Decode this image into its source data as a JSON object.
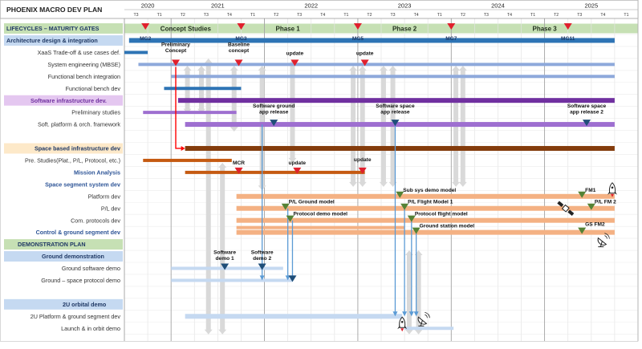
{
  "title": "PHOENIX MACRO DEV PLAN",
  "years": [
    "2020",
    "2021",
    "2022",
    "2023",
    "2024",
    "2025"
  ],
  "quarter_labels": [
    "T1",
    "T2",
    "T3",
    "T4"
  ],
  "first_quarter_label": "T3",
  "colors": {
    "gates_band": "#c6e0b4",
    "architecture_band": "#c5d9f1",
    "software_band": "#e4c7f0",
    "space_band": "#fde9c9",
    "demo_band": "#c6e0b4",
    "orbital_band": "#c5d9f1",
    "blue_dark": "#2e74b5",
    "blue_mid": "#8ea9db",
    "blue_light": "#c5d9f1",
    "purple_dark": "#7030a0",
    "purple_mid": "#9e6fd0",
    "brown": "#843c0c",
    "orange_dark": "#c55a11",
    "orange_light": "#f4b183",
    "green_bar": "#a9d18e",
    "red_marker": "#e0202d",
    "green_marker": "#548235",
    "blue_marker": "#1f4e79",
    "dependency_arrow": "#d9d9d9",
    "link_line": "#5b9bd5",
    "red_line": "#ff0000"
  },
  "rows": [
    {
      "label": "LIFECYCLES – MATURITY GATES",
      "style": "gates"
    },
    {
      "label": "Architecture design & integration",
      "style": "architecture"
    },
    {
      "label": "XaaS  Trade-off & use cases def.",
      "style": "plain"
    },
    {
      "label": "System engineering (MBSE)",
      "style": "plain"
    },
    {
      "label": "Functional bench integration",
      "style": "plain"
    },
    {
      "label": "Functional bench dev",
      "style": "plain"
    },
    {
      "label": "Software infrastructure dev.",
      "style": "software"
    },
    {
      "label": "Preliminary studies",
      "style": "plain"
    },
    {
      "label": "Soft. platform & orch. framework",
      "style": "plain"
    },
    {
      "label": "",
      "style": "plain"
    },
    {
      "label": "Space based infrastructure dev",
      "style": "space"
    },
    {
      "label": "Pre. Studies(Plat., P/L, Protocol, etc.)",
      "style": "plain"
    },
    {
      "label": "Mission Analysis",
      "style": "section"
    },
    {
      "label": "Space segment  system dev",
      "style": "section"
    },
    {
      "label": "Platform dev",
      "style": "plain"
    },
    {
      "label": "P/L dev",
      "style": "plain"
    },
    {
      "label": "Com. protocols dev",
      "style": "plain"
    },
    {
      "label": "Control & ground segment dev",
      "style": "section"
    },
    {
      "label": "DEMONSTRATION PLAN",
      "style": "demo"
    },
    {
      "label": "Ground  demonstration",
      "style": "ground_demo"
    },
    {
      "label": "Ground software demo",
      "style": "plain"
    },
    {
      "label": "Ground – space protocol demo",
      "style": "plain"
    },
    {
      "label": "",
      "style": "plain"
    },
    {
      "label": "2U orbital  demo",
      "style": "orbital"
    },
    {
      "label": "2U Platform & ground segment dev",
      "style": "plain"
    },
    {
      "label": "Launch & in orbit demo",
      "style": "plain"
    }
  ],
  "phases": [
    {
      "label": "Concept Studies",
      "start": 0.25,
      "end": 5.0
    },
    {
      "label": "Phase 1",
      "start": 5.0,
      "end": 9.0
    },
    {
      "label": "Phase 2",
      "start": 9.0,
      "end": 15.0
    },
    {
      "label": "Phase 3",
      "start": 15.0,
      "end": 21.0
    }
  ],
  "gates": [
    {
      "label": "MG2",
      "t": 0.9
    },
    {
      "label": "MG3",
      "t": 5.0
    },
    {
      "label": "MG5",
      "t": 10.0
    },
    {
      "label": "MG7",
      "t": 14.0
    },
    {
      "label": "MG11",
      "t": 19.0
    }
  ],
  "bars": [
    {
      "row": 1,
      "start": 0.2,
      "end": 21.0,
      "color": "blue_dark",
      "weight": "thick"
    },
    {
      "row": 2,
      "start": 0.0,
      "end": 1.0,
      "color": "blue_dark",
      "weight": "thin"
    },
    {
      "row": 3,
      "start": 0.6,
      "end": 21.0,
      "color": "blue_mid",
      "weight": "thin"
    },
    {
      "row": 4,
      "start": 2.0,
      "end": 21.0,
      "color": "blue_mid",
      "weight": "thin"
    },
    {
      "row": 5,
      "start": 1.7,
      "end": 5.0,
      "color": "blue_dark",
      "weight": "thin"
    },
    {
      "row": 6,
      "start": 2.3,
      "end": 21.0,
      "color": "purple_dark",
      "weight": "thick"
    },
    {
      "row": 7,
      "start": 0.8,
      "end": 4.8,
      "color": "purple_mid",
      "weight": "thin"
    },
    {
      "row": 8,
      "start": 2.6,
      "end": 21.0,
      "color": "purple_mid",
      "weight": "thick"
    },
    {
      "row": 10,
      "start": 2.6,
      "end": 21.0,
      "color": "brown",
      "weight": "thick"
    },
    {
      "row": 11,
      "start": 0.8,
      "end": 4.6,
      "color": "orange_dark",
      "weight": "thin"
    },
    {
      "row": 12,
      "start": 2.6,
      "end": 10.3,
      "color": "orange_dark",
      "weight": "thin"
    },
    {
      "row": 14,
      "start": 4.8,
      "end": 21.0,
      "color": "orange_light",
      "weight": "thick"
    },
    {
      "row": 15,
      "start": 4.8,
      "end": 21.0,
      "color": "orange_light",
      "weight": "thick"
    },
    {
      "row": 16,
      "start": 4.8,
      "end": 21.0,
      "color": "orange_light",
      "weight": "thick"
    },
    {
      "row": 16.6,
      "start": 4.8,
      "end": 12.0,
      "color": "orange_light",
      "weight": "thin"
    },
    {
      "row": 17,
      "start": 4.8,
      "end": 21.0,
      "color": "orange_light",
      "weight": "thick"
    },
    {
      "row": 20,
      "start": 2.0,
      "end": 6.8,
      "color": "blue_light",
      "weight": "thin"
    },
    {
      "row": 21,
      "start": 2.0,
      "end": 7.2,
      "color": "blue_light",
      "weight": "thin"
    },
    {
      "row": 24,
      "start": 2.6,
      "end": 11.9,
      "color": "blue_light",
      "weight": "thick"
    },
    {
      "row": 25,
      "start": 12.0,
      "end": 14.1,
      "color": "blue_light",
      "weight": "thin"
    }
  ],
  "markers": [
    {
      "row": 3,
      "t": 2.2,
      "color": "red_marker",
      "label": "Preliminary\nConcept",
      "label_dy": -23
    },
    {
      "row": 3,
      "t": 4.9,
      "color": "red_marker",
      "label": "Baseline\nconcept",
      "label_dy": -23
    },
    {
      "row": 3,
      "t": 7.3,
      "color": "red_marker",
      "label": "update",
      "label_dy": -12
    },
    {
      "row": 3,
      "t": 10.3,
      "color": "red_marker",
      "label": "update",
      "label_dy": -12
    },
    {
      "row": 8,
      "t": 6.4,
      "color": "blue_marker",
      "label": "Software ground\napp release",
      "label_dy": -21
    },
    {
      "row": 8,
      "t": 11.6,
      "color": "blue_marker",
      "label": "Software space\napp release",
      "label_dy": -21
    },
    {
      "row": 8,
      "t": 19.8,
      "color": "blue_marker",
      "label": "Software space\napp release 2",
      "label_dy": -21
    },
    {
      "row": 12,
      "t": 4.9,
      "color": "red_marker",
      "label": "MCR",
      "label_dy": -10
    },
    {
      "row": 12,
      "t": 7.4,
      "color": "red_marker",
      "label": "update",
      "label_dy": -10
    },
    {
      "row": 12,
      "t": 10.2,
      "color": "red_marker",
      "label": "update",
      "label_dy": -14
    },
    {
      "row": 14,
      "t": 11.8,
      "color": "green_marker",
      "label": "Sub sys demo model",
      "label_dy": -6,
      "anchor": "start"
    },
    {
      "row": 14,
      "t": 19.6,
      "color": "green_marker",
      "label": "FM1",
      "label_dy": -6,
      "anchor": "start"
    },
    {
      "row": 15,
      "t": 6.9,
      "color": "green_marker",
      "label": "P/L Ground model",
      "label_dy": -6,
      "anchor": "start"
    },
    {
      "row": 15,
      "t": 12.0,
      "color": "green_marker",
      "label": "P/L Flight Model 1",
      "label_dy": -6,
      "anchor": "start"
    },
    {
      "row": 15,
      "t": 20.0,
      "color": "green_marker",
      "label": "P/L FM 2",
      "label_dy": -6,
      "anchor": "start"
    },
    {
      "row": 16,
      "t": 7.1,
      "color": "green_marker",
      "label": "Protocol demo model",
      "label_dy": -6,
      "anchor": "start"
    },
    {
      "row": 16,
      "t": 12.3,
      "color": "green_marker",
      "label": "Protocol  flight model",
      "label_dy": -6,
      "anchor": "start"
    },
    {
      "row": 17,
      "t": 12.5,
      "color": "green_marker",
      "label": "Ground station model",
      "label_dy": -6,
      "anchor": "start"
    },
    {
      "row": 17,
      "t": 19.6,
      "color": "green_marker",
      "label": "GS FM2",
      "label_dy": -8,
      "anchor": "start"
    },
    {
      "row": 20,
      "t": 4.3,
      "color": "blue_marker",
      "label": "Software\ndemo 1",
      "label_dy": -18
    },
    {
      "row": 20,
      "t": 5.9,
      "color": "blue_marker",
      "label": "Software\ndemo 2",
      "label_dy": -18
    },
    {
      "row": 21,
      "t": 7.2,
      "color": "blue_marker",
      "label": "",
      "label_dy": 0
    }
  ],
  "dependency_arrows": [
    {
      "t": 2.7,
      "from": 3.1,
      "to": 7.1
    },
    {
      "t": 3.3,
      "from": 3.1,
      "to": 7.1
    },
    {
      "t": 3.6,
      "from": 2.5,
      "to": 25.5
    },
    {
      "t": 4.2,
      "from": 11.2,
      "to": 25.5
    },
    {
      "t": 4.7,
      "from": 3.1,
      "to": 8.6
    },
    {
      "t": 5.9,
      "from": 3.1,
      "to": 13.5
    },
    {
      "t": 7.2,
      "from": 2.6,
      "to": 11.2
    },
    {
      "t": 9.8,
      "from": 3.1,
      "to": 13.2
    },
    {
      "t": 10.2,
      "from": 3.1,
      "to": 13.2
    },
    {
      "t": 11.1,
      "from": 3.1,
      "to": 13.2
    },
    {
      "t": 11.5,
      "from": 3.1,
      "to": 13.2
    },
    {
      "t": 12.2,
      "from": 18.5,
      "to": 25.5
    },
    {
      "t": 12.6,
      "from": 18.5,
      "to": 25.5
    },
    {
      "t": 14.2,
      "from": 3.1,
      "to": 13.2
    },
    {
      "t": 14.5,
      "from": 3.1,
      "to": 13.2
    }
  ],
  "link_lines": [
    {
      "t": 5.9,
      "from": 8.0,
      "to": 21.0
    },
    {
      "t": 7.0,
      "from": 15.0,
      "to": 21.0
    },
    {
      "t": 7.2,
      "from": 16.0,
      "to": 21.0
    },
    {
      "t": 11.6,
      "from": 8.0,
      "to": 24.0
    },
    {
      "t": 12.0,
      "from": 15.0,
      "to": 24.0
    },
    {
      "t": 12.3,
      "from": 16.0,
      "to": 24.0
    },
    {
      "t": 12.5,
      "from": 17.0,
      "to": 24.0
    }
  ],
  "red_connector": {
    "t": 2.2,
    "from_row": 3.2,
    "to_row": 10,
    "to_t": 2.6
  },
  "icons": [
    {
      "name": "rocket-icon",
      "row": 13.4,
      "t": 20.9
    },
    {
      "name": "satellite-icon",
      "row": 15.0,
      "t": 18.9
    },
    {
      "name": "ground-antenna-icon",
      "row": 17.6,
      "t": 20.5
    },
    {
      "name": "rocket-icon",
      "row": 24.6,
      "t": 11.9
    },
    {
      "name": "ground-antenna-icon",
      "row": 24.2,
      "t": 12.8
    }
  ]
}
